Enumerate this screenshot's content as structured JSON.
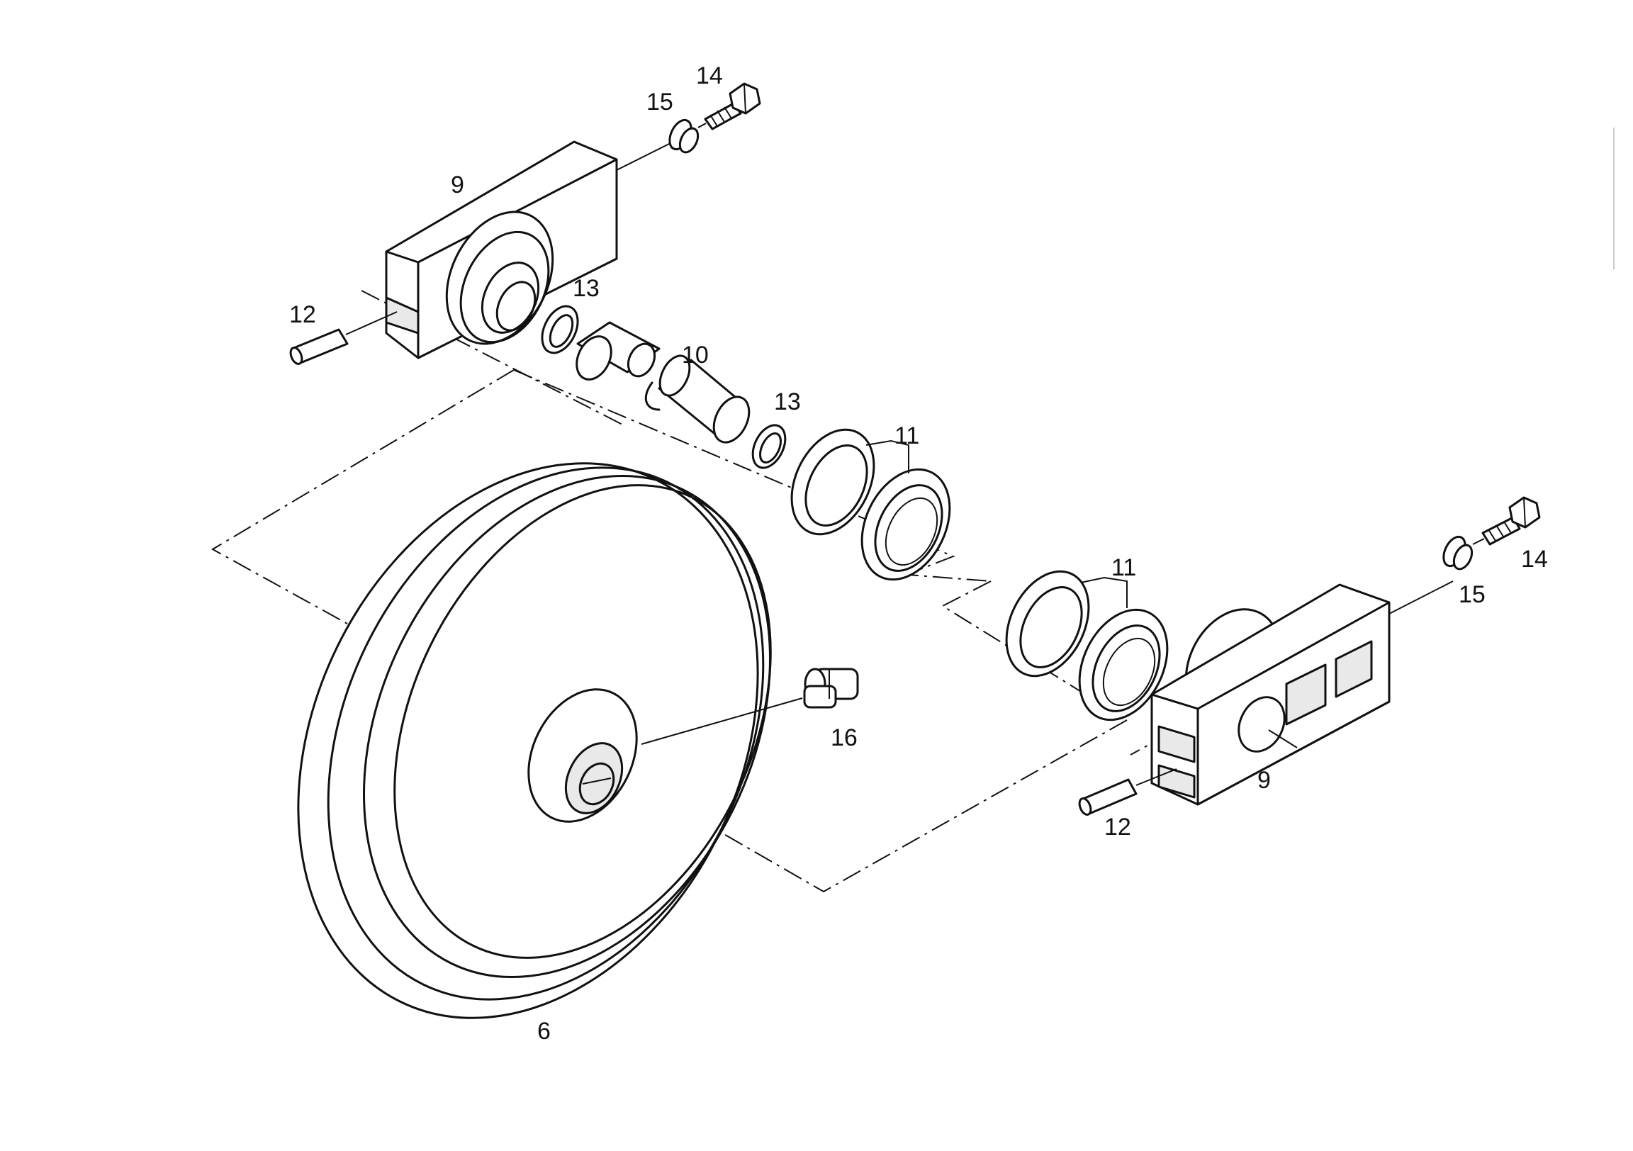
{
  "callouts": {
    "c6": "6",
    "c9_top": "9",
    "c9_right": "9",
    "c10": "10",
    "c11_top": "11",
    "c11_right": "11",
    "c12_left": "12",
    "c12_right": "12",
    "c13_top": "13",
    "c13_mid": "13",
    "c14_top": "14",
    "c14_right": "14",
    "c15_top": "15",
    "c15_right": "15",
    "c16": "16"
  }
}
